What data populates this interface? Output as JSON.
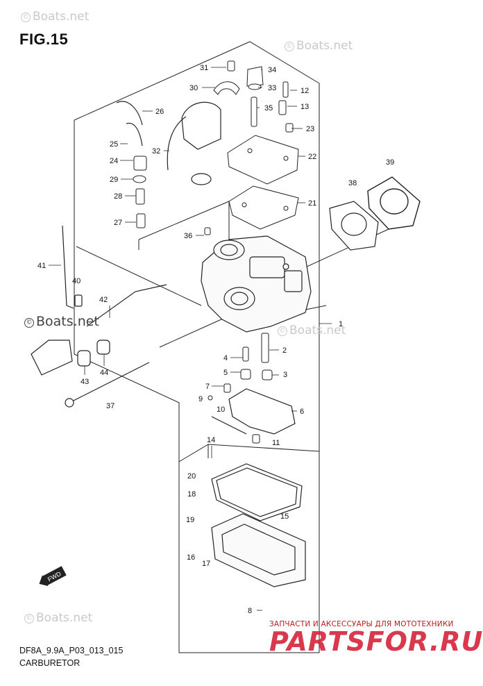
{
  "figure": {
    "title": "FIG.15",
    "code": "DF8A_9.9A_P03_013_015",
    "name": "CARBURETOR"
  },
  "watermark": {
    "text": "Boats.net",
    "symbol": "©"
  },
  "shop": {
    "caption": "ЗАПЧАСТИ И АКСЕССУАРЫ ДЛЯ МОТОТЕХНИКИ",
    "logo": "PARTSFOR.RU"
  },
  "direction_badge": "FWD",
  "callouts": [
    {
      "id": "label-1",
      "text": "1"
    },
    {
      "id": "label-2",
      "text": "2"
    },
    {
      "id": "label-3",
      "text": "3"
    },
    {
      "id": "label-4",
      "text": "4"
    },
    {
      "id": "label-5",
      "text": "5"
    },
    {
      "id": "label-6",
      "text": "6"
    },
    {
      "id": "label-7",
      "text": "7"
    },
    {
      "id": "label-8",
      "text": "8"
    },
    {
      "id": "label-9",
      "text": "9"
    },
    {
      "id": "label-10",
      "text": "10"
    },
    {
      "id": "label-11",
      "text": "11"
    },
    {
      "id": "label-12",
      "text": "12"
    },
    {
      "id": "label-13",
      "text": "13"
    },
    {
      "id": "label-14",
      "text": "14"
    },
    {
      "id": "label-15",
      "text": "15"
    },
    {
      "id": "label-16",
      "text": "16"
    },
    {
      "id": "label-17",
      "text": "17"
    },
    {
      "id": "label-18",
      "text": "18"
    },
    {
      "id": "label-19",
      "text": "19"
    },
    {
      "id": "label-20",
      "text": "20"
    },
    {
      "id": "label-21",
      "text": "21"
    },
    {
      "id": "label-22",
      "text": "22"
    },
    {
      "id": "label-23",
      "text": "23"
    },
    {
      "id": "label-24",
      "text": "24"
    },
    {
      "id": "label-25",
      "text": "25"
    },
    {
      "id": "label-26",
      "text": "26"
    },
    {
      "id": "label-27",
      "text": "27"
    },
    {
      "id": "label-28",
      "text": "28"
    },
    {
      "id": "label-29",
      "text": "29"
    },
    {
      "id": "label-30",
      "text": "30"
    },
    {
      "id": "label-31",
      "text": "31"
    },
    {
      "id": "label-32",
      "text": "32"
    },
    {
      "id": "label-33",
      "text": "33"
    },
    {
      "id": "label-34",
      "text": "34"
    },
    {
      "id": "label-35",
      "text": "35"
    },
    {
      "id": "label-36",
      "text": "36"
    },
    {
      "id": "label-37",
      "text": "37"
    },
    {
      "id": "label-38",
      "text": "38"
    },
    {
      "id": "label-39",
      "text": "39"
    },
    {
      "id": "label-40",
      "text": "40"
    },
    {
      "id": "label-41",
      "text": "41"
    },
    {
      "id": "label-42",
      "text": "42"
    },
    {
      "id": "label-43",
      "text": "43"
    },
    {
      "id": "label-44",
      "text": "44"
    }
  ]
}
